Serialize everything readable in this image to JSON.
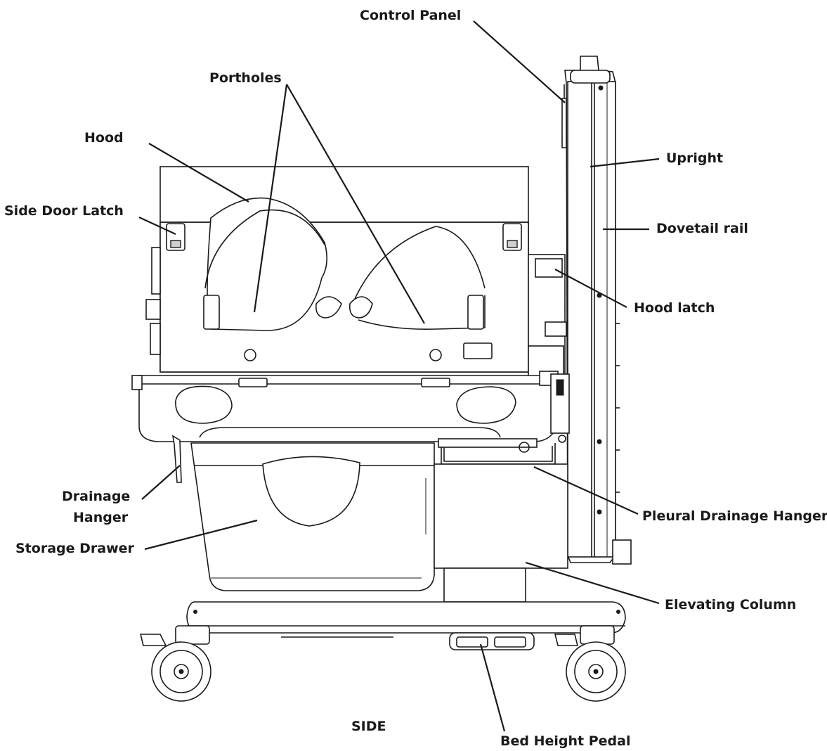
{
  "diagram": {
    "view_label": "SIDE",
    "labels": {
      "control_panel": "Control Panel",
      "portholes": "Portholes",
      "hood": "Hood",
      "upright": "Upright",
      "side_door_latch": "Side Door Latch",
      "dovetail_rail": "Dovetail rail",
      "hood_latch": "Hood latch",
      "drainage_hanger_line1": "Drainage",
      "drainage_hanger_line2": "Hanger",
      "pleural_drainage_hanger": "Pleural Drainage Hanger",
      "storage_drawer": "Storage Drawer",
      "elevating_column": "Elevating Column",
      "bed_height_pedal": "Bed Height Pedal"
    }
  }
}
